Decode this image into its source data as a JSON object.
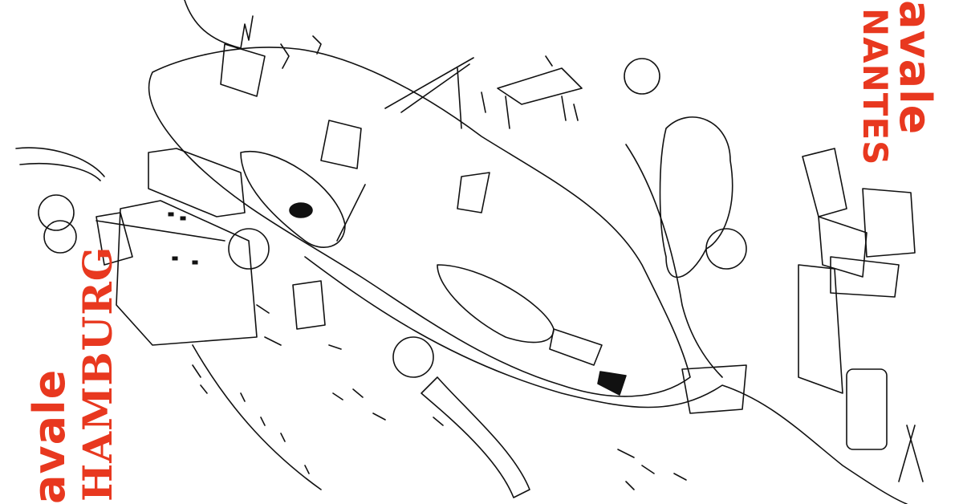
{
  "illustration": {
    "accent_color": "#e8381f",
    "left_label": {
      "prefix": "avale",
      "city": "HAMBURG"
    },
    "right_label": {
      "prefix": "avale",
      "city": "NANTES"
    }
  }
}
